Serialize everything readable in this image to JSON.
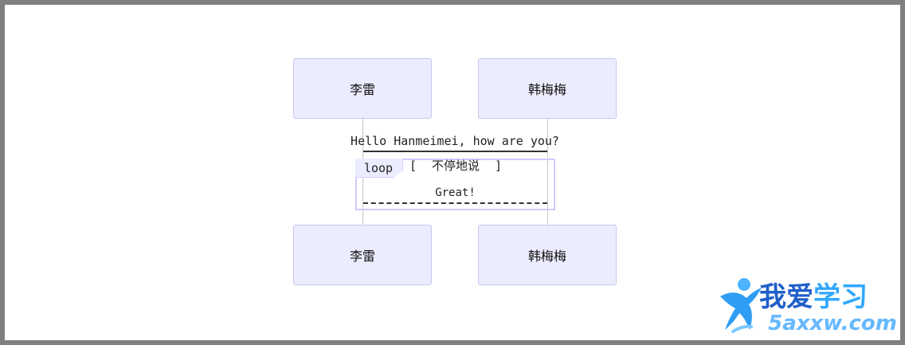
{
  "participants": {
    "left": "李雷",
    "right": "韩梅梅"
  },
  "messages": {
    "greeting": "Hello Hanmeimei, how are you?",
    "reply": "Great!"
  },
  "loop": {
    "tag": "loop",
    "open_bracket": "[",
    "condition": "不停地说",
    "close_bracket": "]"
  },
  "watermark": {
    "text_cn_left": "我爱",
    "text_cn_right": "学习",
    "text_en": "5axxw.com"
  },
  "colors": {
    "frame": "#7f7f7f",
    "actor_fill": "#ececff",
    "actor_border": "#c7c7ef",
    "lifeline": "#c9c9c9",
    "loop_border": "#ccccff",
    "logo_blue": "#1f5fc8",
    "logo_light_blue": "#32a8ff"
  }
}
